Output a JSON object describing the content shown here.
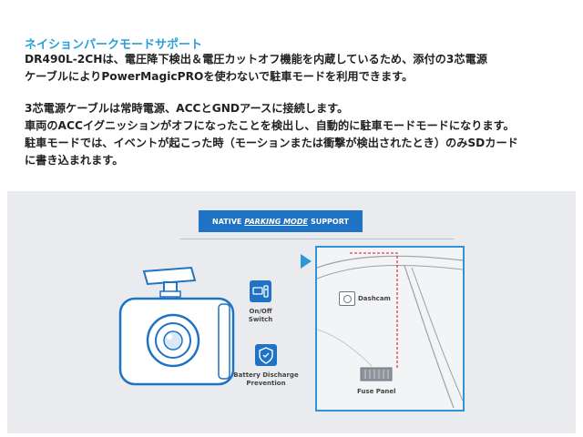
{
  "heading": "ネイションパークモードサポート",
  "paragraph1": [
    "DR490L-2CHは、電圧降下検出＆電圧カットオフ機能を内蔵しているため、添付の3芯電源",
    "ケーブルによりPowerMagicPROを使わないで駐車モードを利用できます。"
  ],
  "paragraph2": [
    "3芯電源ケーブルは常時電源、ACCとGNDアースに接続します。",
    "車両のACCイグニッションがオフになったことを検出し、自動的に駐車モードモードになります。",
    "駐車モードでは、イベントが起こった時（モーションまたは衝撃が検出されたとき）のみSDカード",
    "に書き込まれます。"
  ],
  "figure": {
    "banner": {
      "pre": "NATIVE",
      "em": "PARKING MODE",
      "post": "SUPPORT"
    },
    "feature1": {
      "line1": "On/Off",
      "line2": "Switch"
    },
    "feature2": {
      "line1": "Battery Discharge",
      "line2": "Prevention"
    },
    "dashcam_label": "Dashcam",
    "fuse_label": "Fuse Panel",
    "colors": {
      "accent": "#1f73c4",
      "highlight": "#2f95d8",
      "wire": "#e03c4a"
    }
  }
}
